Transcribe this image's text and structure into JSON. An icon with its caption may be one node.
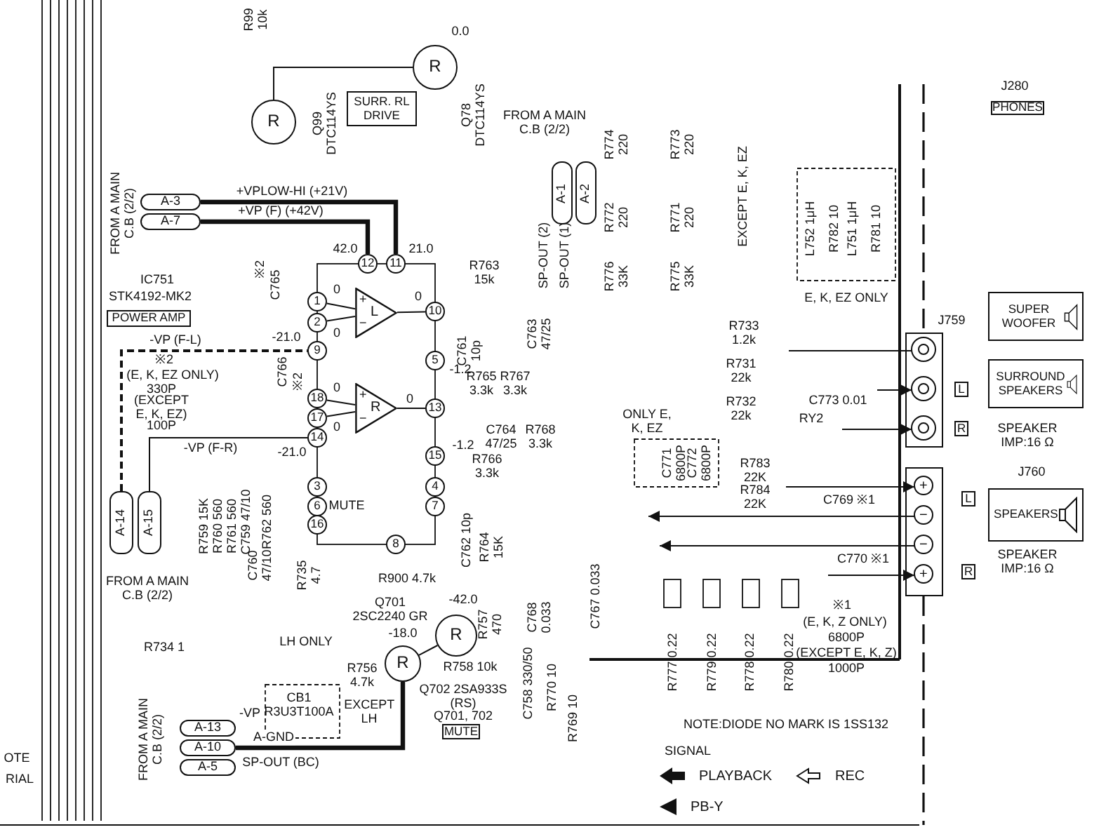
{
  "diagram": {
    "nodes": [
      {
        "text": [
          "R"
        ]
      },
      {
        "text": [
          "R"
        ]
      },
      {
        "text": [
          "SURR. RL DRIVE"
        ]
      },
      {
        "text": [
          "A-3"
        ]
      },
      {
        "text": [
          "A-7"
        ]
      },
      {
        "text": [
          "A-1"
        ]
      },
      {
        "text": [
          "A-2"
        ]
      },
      {
        "text": [
          "PHONES"
        ]
      },
      {
        "text": [
          "POWER AMP"
        ]
      },
      {
        "text": [
          "12"
        ]
      },
      {
        "text": [
          "11"
        ]
      },
      {
        "text": [
          "1"
        ]
      },
      {
        "text": [
          "2"
        ]
      },
      {
        "text": [
          "9"
        ]
      },
      {
        "text": [
          "10"
        ]
      },
      {
        "text": [
          "5"
        ]
      },
      {
        "text": [
          "L",
          "+",
          "−"
        ]
      },
      {
        "text": [
          "18"
        ]
      },
      {
        "text": [
          "17"
        ]
      },
      {
        "text": [
          "14"
        ]
      },
      {
        "text": [
          "13"
        ]
      },
      {
        "text": [
          "15"
        ]
      },
      {
        "text": [
          "R",
          "+",
          "−"
        ]
      },
      {
        "text": [
          "3"
        ]
      },
      {
        "text": [
          "6"
        ]
      },
      {
        "text": [
          "16"
        ]
      },
      {
        "text": [
          "4"
        ]
      },
      {
        "text": [
          "7"
        ]
      },
      {
        "text": [
          "8"
        ]
      },
      {
        "text": [
          "A-14"
        ]
      },
      {
        "text": [
          "A-15"
        ]
      },
      {
        "text": [
          "SUPER WOOFER"
        ]
      },
      {
        "text": [],
        "shape": "box"
      },
      {
        "text": [],
        "shape": "circle",
        "in": 32
      },
      {
        "text": [],
        "shape": "circle",
        "in": 32
      },
      {
        "text": [],
        "shape": "circle",
        "in": 32
      },
      {
        "text": [
          "L"
        ]
      },
      {
        "text": [
          "R"
        ]
      },
      {
        "text": [
          "SURROUND SPEAKERS"
        ]
      },
      {
        "text": [],
        "shape": "box"
      },
      {
        "text": [
          "+"
        ],
        "in": 39
      },
      {
        "text": [
          "−"
        ],
        "in": 39
      },
      {
        "text": [
          "−"
        ],
        "in": 39
      },
      {
        "text": [
          "+"
        ],
        "in": 39
      },
      {
        "text": [
          "L"
        ]
      },
      {
        "text": [
          "R"
        ]
      },
      {
        "text": [
          "SPEAKERS"
        ]
      },
      {
        "text": [
          "R"
        ]
      },
      {
        "text": [
          "R"
        ]
      },
      {
        "text": [
          "MUTE"
        ]
      },
      {
        "text": [
          "A-13"
        ]
      },
      {
        "text": [
          "A-10"
        ]
      },
      {
        "text": [
          "A-5"
        ]
      }
    ],
    "edges": [
      {
        "from": 3,
        "to": 10,
        "arrow": "none",
        "style": "thick",
        "label": "+VPLOW-HI (+21V)"
      },
      {
        "from": 4,
        "to": 9,
        "arrow": "none",
        "style": "thick",
        "label": "+VP (F) (+42V)"
      },
      {
        "from": 11,
        "to": 16,
        "arrow": "none"
      },
      {
        "from": 12,
        "to": 16,
        "arrow": "none"
      },
      {
        "from": 16,
        "to": 14,
        "arrow": "none"
      },
      {
        "from": 17,
        "to": 22,
        "arrow": "none"
      },
      {
        "from": 18,
        "to": 22,
        "arrow": "none"
      },
      {
        "from": 22,
        "to": 20,
        "arrow": "none"
      },
      {
        "from": 29,
        "to": 13,
        "arrow": "none",
        "style": "dashed",
        "label": "-VP (F-L)"
      },
      {
        "from": 30,
        "to": 19,
        "arrow": "none",
        "label": "-VP (F-R)"
      },
      {
        "from": 1,
        "to": 0,
        "arrow": "none"
      },
      {
        "from": 48,
        "to": 47,
        "arrow": "none"
      },
      {
        "from": 51,
        "to": 48,
        "arrow": "none",
        "style": "thick",
        "label": "A-GND"
      },
      {
        "from": null,
        "to": 34,
        "arrow": "to"
      },
      {
        "from": null,
        "to": 35,
        "arrow": "to"
      },
      {
        "from": null,
        "to": 40,
        "arrow": "to"
      },
      {
        "from": 41,
        "to": null,
        "arrow": "to"
      },
      {
        "from": 42,
        "to": null,
        "arrow": "to"
      },
      {
        "from": null,
        "to": 43,
        "arrow": "to"
      },
      {
        "from": null,
        "to": 33,
        "arrow": "none"
      }
    ],
    "labels": [
      "R99 10k",
      "0.0",
      "Q99 DTC114YS",
      "Q78 DTC114YS",
      "FROM A MAIN C.B (2/2)",
      "FROM A MAIN C.B (2/2)",
      "42.0",
      "21.0",
      "R763 15k",
      "SP-OUT (2)",
      "SP-OUT (1)",
      "IC751",
      "STK4192-MK2",
      "※2",
      "C765",
      "0",
      "0",
      "0",
      "-21.0",
      "0",
      "0",
      "0",
      "※2",
      "(E, K, EZ ONLY)",
      "330P",
      "(EXCEPT E, K, EZ)",
      "100P",
      "C766",
      "※2",
      "-21.0",
      "MUTE",
      "C761 10p",
      "C763 47/25",
      "-1.2",
      "R765 3.3k",
      "R767 3.3k",
      "C764 47/25",
      "R768 3.3k",
      "-1.2",
      "R766 3.3k",
      "R759 15K",
      "R760 560",
      "R761 560",
      "C759 47/10",
      "R762 560",
      "C762 10p",
      "R764 15K",
      "FROM A MAIN C.B (2/2)",
      "C760 47/10",
      "R735 4.7",
      "R900 4.7k",
      "Q701 2SC2240 GR",
      "-42.0",
      "R757 470",
      "C768 0.033",
      "R734 1",
      "LH ONLY",
      "-18.0",
      "R756 4.7k",
      "R758 10k",
      "CB1 R3U3T100A",
      "EXCEPT LH",
      "Q702 2SA933S (RS)",
      "Q701, 702",
      "C758 330/50",
      "R770 10",
      "R769 10",
      "-VP",
      "SP-OUT (BC)",
      "FROM A MAIN C.B (2/2)",
      "OTE",
      "RIAL",
      "J280",
      "R774 220",
      "R773 220",
      "R772 220",
      "R771 220",
      "EXCEPT E, K, EZ",
      "L752 1μH",
      "R782 10",
      "L751 1μH",
      "R781 10",
      "R776 33K",
      "R775 33K",
      "E, K, EZ ONLY",
      "J759",
      "R733 1.2k",
      "R731 22k",
      "R732 22k",
      "C773 0.01",
      "RY2",
      "ONLY E, K, EZ",
      "C771 6800P",
      "C772 6800P",
      "R783 22K",
      "R784 22K",
      "C769 ※1",
      "C770 ※1",
      "SPEAKER IMP:16 Ω",
      "J760",
      "SPEAKER IMP:16 Ω",
      "C767 0.033",
      "R777 0.22",
      "R779 0.22",
      "R778 0.22",
      "R780 0.22",
      "※1",
      "(E, K, Z ONLY)",
      "6800P",
      "(EXCEPT E, K, Z)",
      "1000P",
      "NOTE:DIODE NO MARK IS 1SS132",
      "SIGNAL"
    ],
    "legend": [
      {
        "text": "PLAYBACK"
      },
      {
        "text": "REC"
      },
      {
        "text": "PB-Y"
      }
    ]
  }
}
